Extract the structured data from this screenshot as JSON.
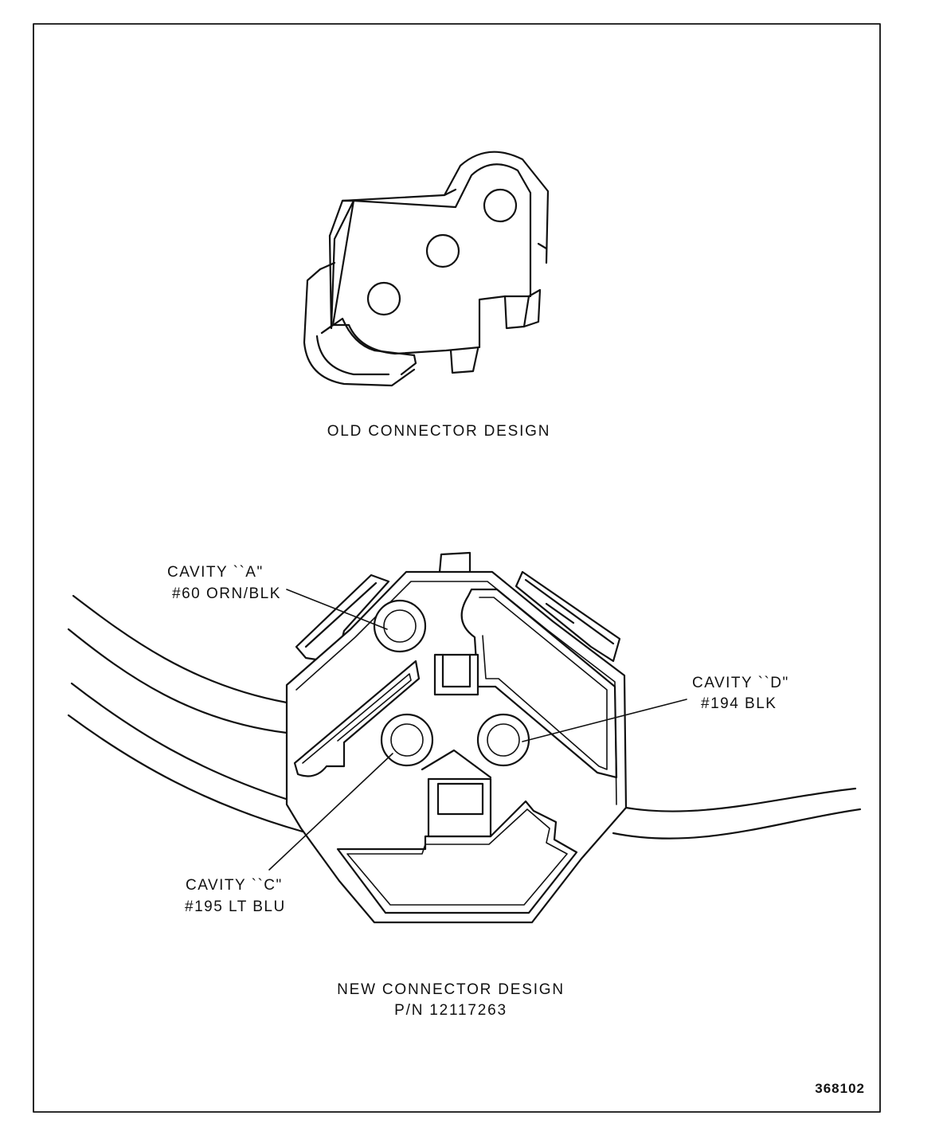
{
  "old_connector": {
    "caption": "OLD CONNECTOR DESIGN"
  },
  "new_connector": {
    "caption_line1": "NEW CONNECTOR DESIGN",
    "caption_line2": "P/N 12117263",
    "callouts": {
      "cavity_a": {
        "line1": "CAVITY ``A\"",
        "line2": "#60 ORN/BLK"
      },
      "cavity_d": {
        "line1": "CAVITY ``D\"",
        "line2": "#194 BLK"
      },
      "cavity_c": {
        "line1": "CAVITY ``C\"",
        "line2": "#195 LT BLU"
      }
    }
  },
  "figure_number": "368102",
  "colors": {
    "ink": "#111111",
    "paper": "#ffffff"
  }
}
